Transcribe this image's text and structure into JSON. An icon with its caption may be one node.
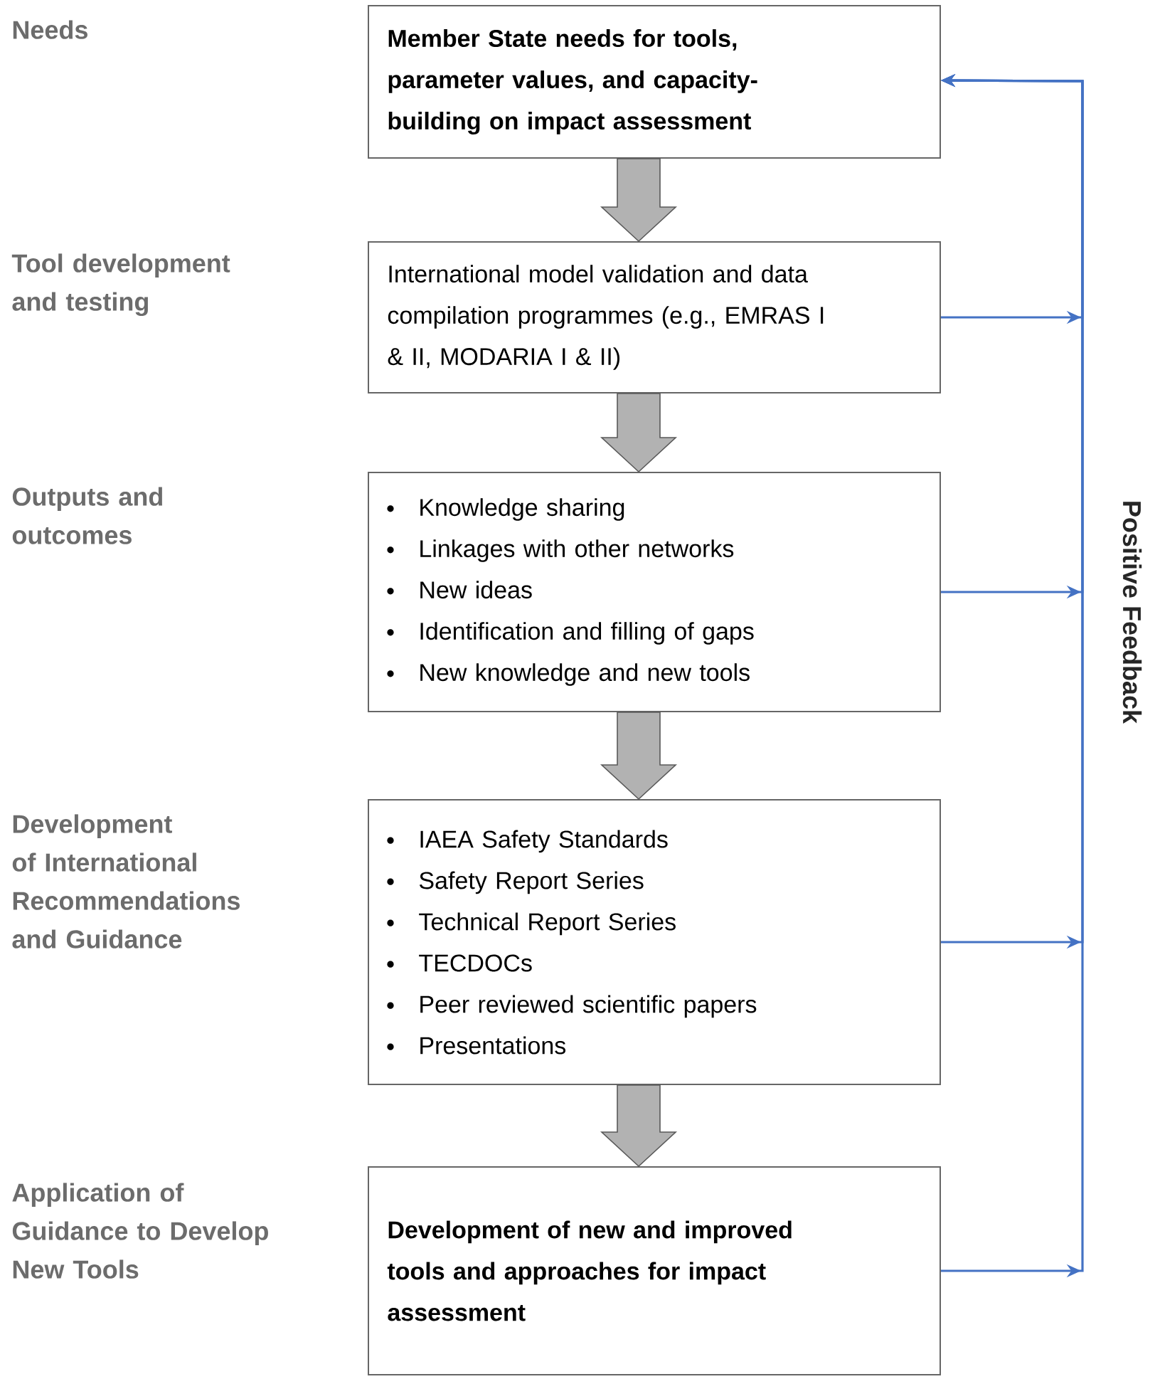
{
  "diagram": {
    "nodes": [
      {
        "text": [
          "Member State needs for tools, parameter values, and capacity-building on impact assessment"
        ]
      },
      {
        "text": [
          "International model validation and data compilation programmes (e.g., EMRAS I & II, MODARIA I & II)"
        ]
      },
      {
        "text": [
          "Knowledge sharing",
          "Linkages with other networks",
          "New ideas",
          "Identification and filling of gaps",
          "New knowledge and new tools"
        ]
      },
      {
        "text": [
          "IAEA Safety Standards",
          "Safety Report Series",
          "Technical Report Series",
          "TECDOCs",
          "Peer reviewed scientific papers",
          "Presentations"
        ]
      },
      {
        "text": [
          "Development of new and improved tools and approaches for impact assessment"
        ]
      }
    ],
    "edges": [
      {
        "from": 0,
        "to": 1,
        "arrow": "to",
        "style": "thick"
      },
      {
        "from": 1,
        "to": 2,
        "arrow": "to",
        "style": "thick"
      },
      {
        "from": 2,
        "to": 3,
        "arrow": "to",
        "style": "thick"
      },
      {
        "from": 3,
        "to": 4,
        "arrow": "to",
        "style": "thick"
      },
      {
        "from": 1,
        "to": 0,
        "arrow": "to",
        "color": "#4472c4"
      },
      {
        "from": 2,
        "to": 0,
        "arrow": "to",
        "color": "#4472c4"
      },
      {
        "from": 3,
        "to": 0,
        "arrow": "to",
        "color": "#4472c4"
      },
      {
        "from": 4,
        "to": 0,
        "arrow": "to",
        "color": "#4472c4"
      }
    ],
    "labels": [
      "Needs",
      "Tool development and testing",
      "Outputs and outcomes",
      "Development of International Recommendations and Guidance",
      "Application of Guidance to Develop New Tools",
      "Positive Feedback"
    ]
  }
}
